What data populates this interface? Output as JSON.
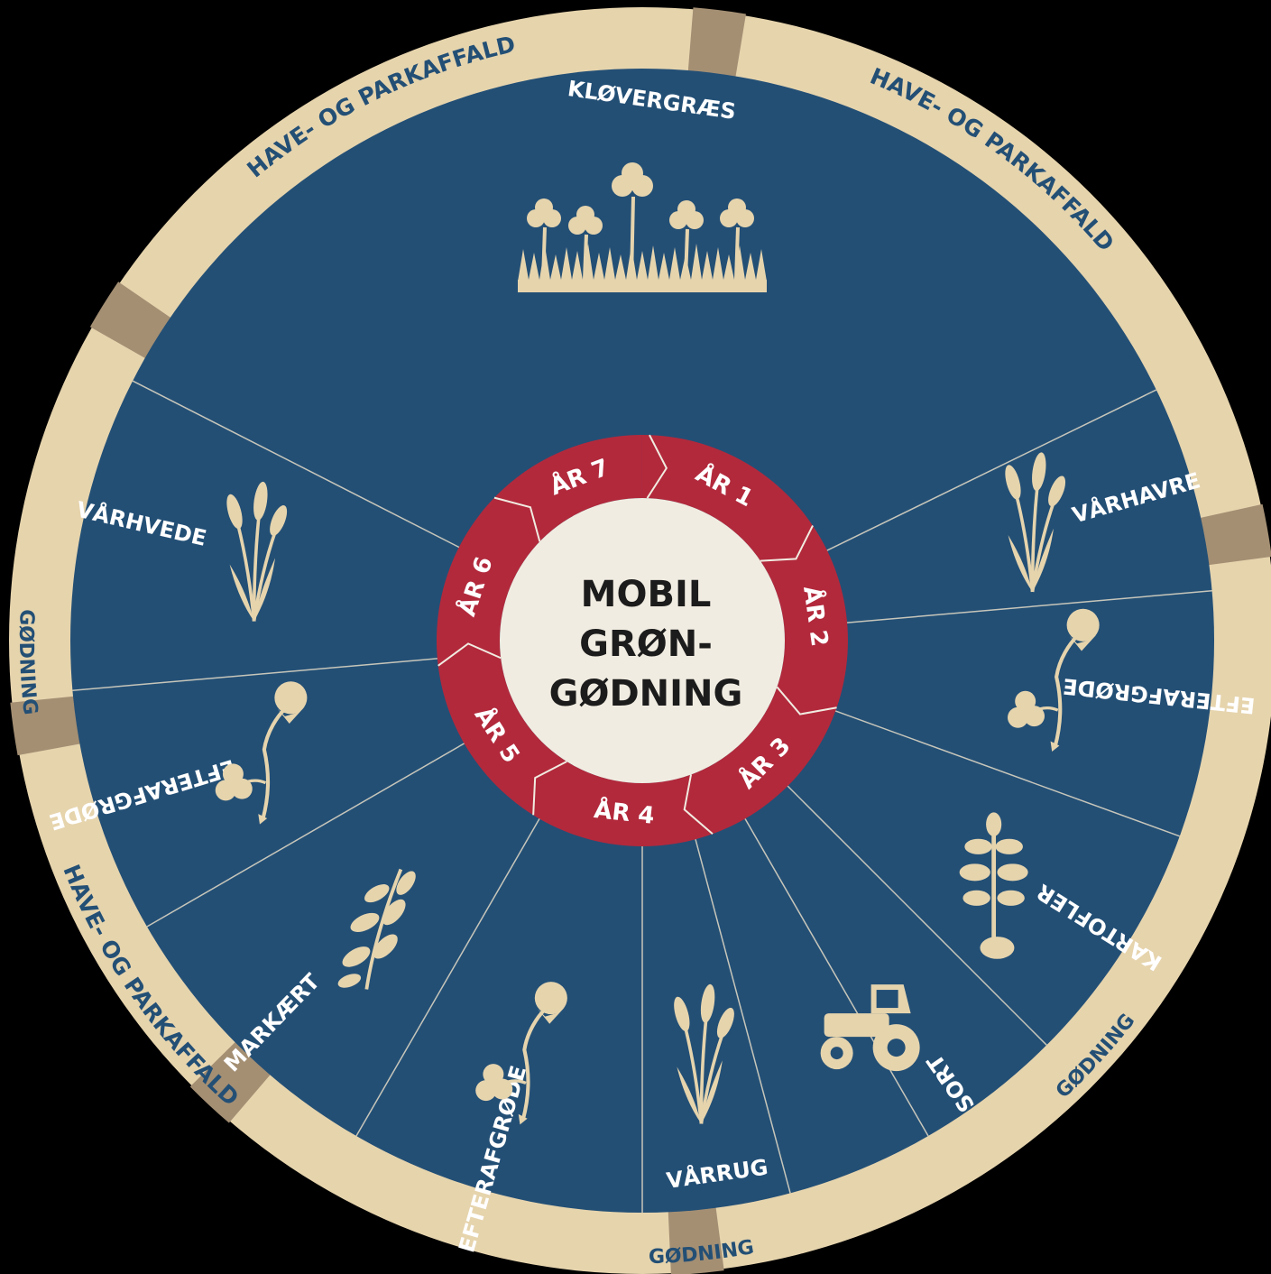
{
  "colors": {
    "background": "#000000",
    "outer_ring": "#e6d4ad",
    "outer_ring_divider": "#a48f73",
    "sector_fill": "#234f75",
    "sector_line": "#c7c6ba",
    "crop_text": "#ffffff",
    "ring_text": "#234f75",
    "year_ring": "#b2293c",
    "center_fill": "#f1ece1",
    "icon_fill": "#e6d4ad"
  },
  "center": {
    "line1": "MOBIL",
    "line2": "GRØN-",
    "line3": "GØDNING"
  },
  "years": [
    {
      "id": "y1",
      "label": "ÅR 1"
    },
    {
      "id": "y2",
      "label": "ÅR 2"
    },
    {
      "id": "y3",
      "label": "ÅR 3"
    },
    {
      "id": "y4",
      "label": "ÅR 4"
    },
    {
      "id": "y5",
      "label": "ÅR 5"
    },
    {
      "id": "y6",
      "label": "ÅR 6"
    },
    {
      "id": "y7",
      "label": "ÅR 7"
    }
  ],
  "crops": [
    {
      "id": "klovergraes",
      "label": "KLØVERGRÆS",
      "icon": "clover-grass-icon"
    },
    {
      "id": "varhavre",
      "label": "VÅRHAVRE",
      "icon": "wheat-icon"
    },
    {
      "id": "efterafgrode-1",
      "label": "EFTERAFGRØDE",
      "icon": "clover-flower-icon"
    },
    {
      "id": "kartofler",
      "label": "KARTOFLER",
      "icon": "potato-plant-icon"
    },
    {
      "id": "sort",
      "label": "SORT",
      "icon": "tractor-icon"
    },
    {
      "id": "varrug",
      "label": "VÅRRUG",
      "icon": "wheat-icon"
    },
    {
      "id": "efterafgrode-2",
      "label": "EFTERAFGRØDE",
      "icon": "clover-flower-icon"
    },
    {
      "id": "markaert",
      "label": "MARKÆRT",
      "icon": "pea-plant-icon"
    },
    {
      "id": "efterafgrode-3",
      "label": "EFTERAFGRØDE",
      "icon": "clover-flower-icon"
    },
    {
      "id": "varhvede",
      "label": "VÅRHVEDE",
      "icon": "wheat-icon"
    }
  ],
  "outer_ring": [
    {
      "id": "have-1",
      "label": "HAVE- OG PARKAFFALD"
    },
    {
      "id": "have-2",
      "label": "HAVE- OG PARKAFFALD"
    },
    {
      "id": "godning-1",
      "label": "GØDNING"
    },
    {
      "id": "godning-2",
      "label": "GØDNING"
    },
    {
      "id": "have-3",
      "label": "HAVE- OG PARKAFFALD"
    },
    {
      "id": "godning-3",
      "label": "GØDNING"
    }
  ]
}
